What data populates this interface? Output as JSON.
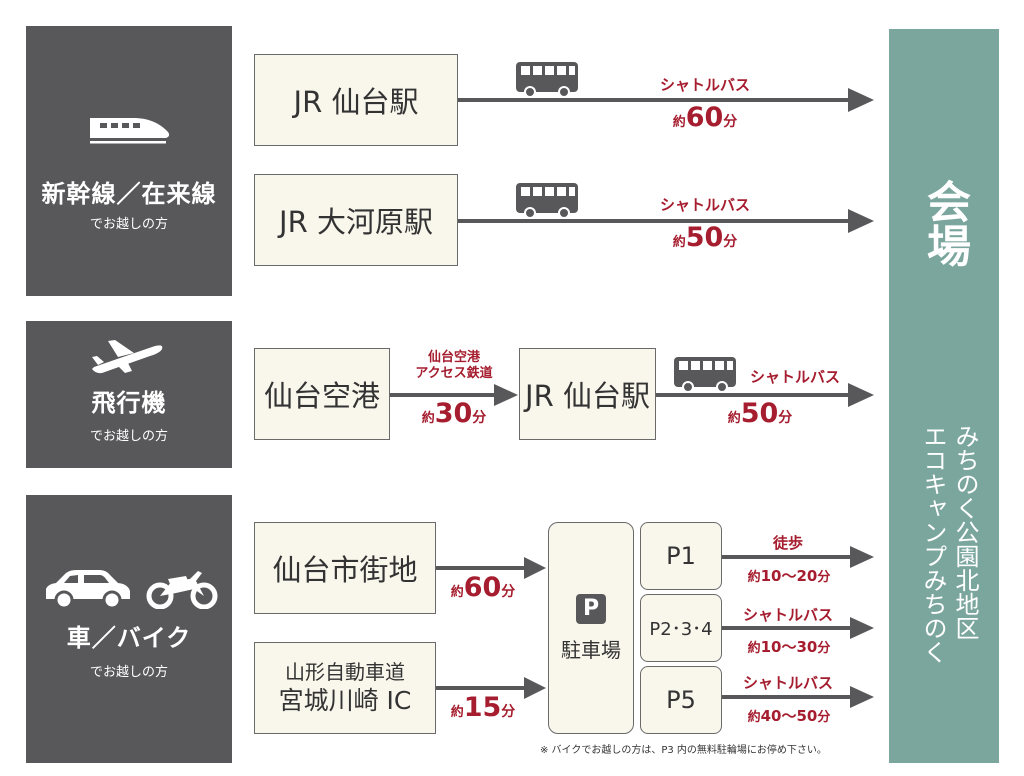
{
  "categories": [
    {
      "title": "新幹線／在来線",
      "sub": "でお越しの方",
      "icon": "train-icon"
    },
    {
      "title": "飛行機",
      "sub": "でお越しの方",
      "icon": "airplane-icon"
    },
    {
      "title": "車／バイク",
      "sub": "でお越しの方",
      "icon": "car-motorcycle-icon"
    }
  ],
  "rail": {
    "routes": [
      {
        "from": "JR 仙台駅",
        "mode": "シャトルバス",
        "approx": "約",
        "time": "60",
        "unit": "分"
      },
      {
        "from": "JR 大河原駅",
        "mode": "シャトルバス",
        "approx": "約",
        "time": "50",
        "unit": "分"
      }
    ]
  },
  "air": {
    "from": "仙台空港",
    "rail_line1": "仙台空港",
    "rail_line2": "アクセス鉄道",
    "rail_approx": "約",
    "rail_time": "30",
    "rail_unit": "分",
    "via": "JR 仙台駅",
    "mode": "シャトルバス",
    "approx": "約",
    "time": "50",
    "unit": "分"
  },
  "car": {
    "from1": "仙台市街地",
    "from1_approx": "約",
    "from1_time": "60",
    "from1_unit": "分",
    "from2_line1": "山形自動車道",
    "from2_line2": "宮城川崎 IC",
    "from2_approx": "約",
    "from2_time": "15",
    "from2_unit": "分",
    "parking_symbol": "P",
    "parking_label": "駐車場",
    "lots": [
      {
        "name": "P1",
        "mode": "徒歩",
        "approx": "約",
        "range": "10〜20",
        "unit": "分"
      },
      {
        "name": "P2･3･4",
        "mode": "シャトルバス",
        "approx": "約",
        "range": "10〜30",
        "unit": "分"
      },
      {
        "name": "P5",
        "mode": "シャトルバス",
        "approx": "約",
        "range": "40〜50",
        "unit": "分"
      }
    ],
    "note": "※ バイクでお越しの方は、P3 内の無料駐輪場にお停め下さい。"
  },
  "venue": {
    "title": "会場",
    "line1": "みちのく公園北地区",
    "line2": "エコキャンプみちのく"
  },
  "colors": {
    "dark": "#58585a",
    "venue": "#7aa69d",
    "accent": "#a51d2e",
    "box": "#f9f6ec"
  }
}
